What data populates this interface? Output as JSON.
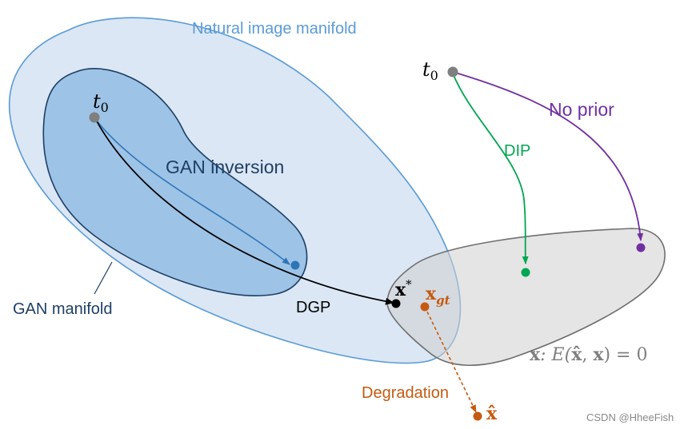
{
  "labels": {
    "natural_manifold": "Natural image manifold",
    "gan_manifold": "GAN manifold",
    "gan_inversion": "GAN inversion",
    "dgp": "DGP",
    "dip": "DIP",
    "no_prior": "No prior",
    "degradation": "Degradation",
    "t0_base": "t",
    "t0_sub": "0",
    "x_star": "x",
    "x_star_sup": "*",
    "x_gt": "x",
    "x_gt_sub": "gt",
    "x_hat": "x̂",
    "constraint_x": "x",
    "constraint_rest": ": E(",
    "constraint_xhat": "x̂",
    "constraint_comma": ", ",
    "constraint_x2": "x",
    "constraint_end": ") = 0"
  },
  "watermark": "CSDN @HheeFish",
  "colors": {
    "natural_fill": "#dbe7f4",
    "natural_stroke": "#5b9bd5",
    "gan_fill": "#9dc3e6",
    "gan_stroke": "#1f3f66",
    "gray_fill": "#e3e3e3",
    "gray_stroke": "#6f6f6f",
    "inversion_arrow": "#2e75b6",
    "dgp_arrow": "#000000",
    "dip_arrow": "#00a651",
    "noprior_arrow": "#7030a0",
    "degradation_arrow": "#c55a11",
    "start_point": "#7f7f7f",
    "gan_label": "#1f3f66",
    "natural_label": "#5b9bd5",
    "constraint_label": "#7f7f7f",
    "watermark": "#888888"
  }
}
